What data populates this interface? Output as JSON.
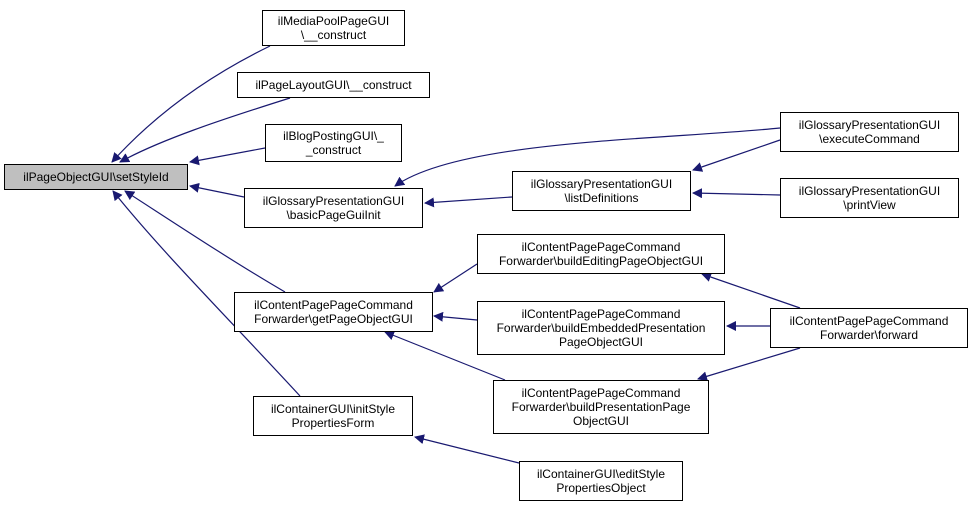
{
  "colors": {
    "edge": "#191970",
    "border": "#000000",
    "root_fill": "#bfbfbf",
    "node_fill": "#ffffff"
  },
  "nodes": {
    "root": {
      "lines": [
        "ilPageObjectGUI\\setStyleId"
      ]
    },
    "mediapool": {
      "lines": [
        "ilMediaPoolPageGUI",
        "\\__construct"
      ]
    },
    "pagelayout": {
      "lines": [
        "ilPageLayoutGUI\\__construct"
      ]
    },
    "blogposting": {
      "lines": [
        "ilBlogPostingGUI\\_",
        "_construct"
      ]
    },
    "glossbasic": {
      "lines": [
        "ilGlossaryPresentationGUI",
        "\\basicPageGuiInit"
      ]
    },
    "cpgetpage": {
      "lines": [
        "ilContentPagePageCommand",
        "Forwarder\\getPageObjectGUI"
      ]
    },
    "containerinit": {
      "lines": [
        "ilContainerGUI\\initStyle",
        "PropertiesForm"
      ]
    },
    "glosslist": {
      "lines": [
        "ilGlossaryPresentationGUI",
        "\\listDefinitions"
      ]
    },
    "cpbuildedit": {
      "lines": [
        "ilContentPagePageCommand",
        "Forwarder\\buildEditingPageObjectGUI"
      ]
    },
    "cpbuildemb": {
      "lines": [
        "ilContentPagePageCommand",
        "Forwarder\\buildEmbeddedPresentation",
        "PageObjectGUI"
      ]
    },
    "cpbuildpres": {
      "lines": [
        "ilContentPagePageCommand",
        "Forwarder\\buildPresentationPage",
        "ObjectGUI"
      ]
    },
    "containeredit": {
      "lines": [
        "ilContainerGUI\\editStyle",
        "PropertiesObject"
      ]
    },
    "glossexec": {
      "lines": [
        "ilGlossaryPresentationGUI",
        "\\executeCommand"
      ]
    },
    "glossprint": {
      "lines": [
        "ilGlossaryPresentationGUI",
        "\\printView"
      ]
    },
    "cpforward": {
      "lines": [
        "ilContentPagePageCommand",
        "Forwarder\\forward"
      ]
    }
  }
}
